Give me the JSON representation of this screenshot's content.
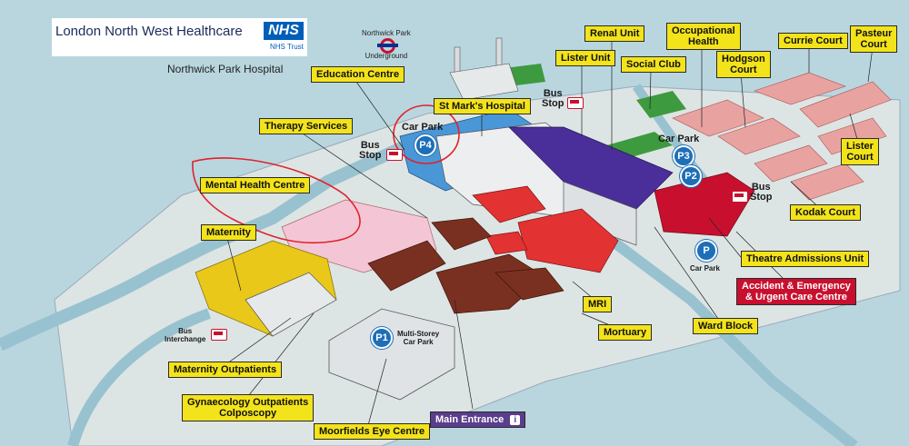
{
  "header": {
    "org_name": "London North West Healthcare",
    "nhs_logo": "NHS",
    "nhs_trust": "NHS Trust",
    "hospital_name": "Northwick Park Hospital"
  },
  "underground": {
    "line1": "Northwick Park",
    "line2": "Underground"
  },
  "labels": {
    "education_centre": "Education Centre",
    "therapy_services": "Therapy Services",
    "mental_health_centre": "Mental Health Centre",
    "maternity": "Maternity",
    "maternity_outpatients": "Maternity Outpatients",
    "gynaecology_line1": "Gynaecology Outpatients",
    "gynaecology_line2": "Colposcopy",
    "moorfields": "Moorfields Eye Centre",
    "main_entrance": "Main Entrance",
    "st_marks": "St Mark's Hospital",
    "renal_unit": "Renal Unit",
    "lister_unit": "Lister Unit",
    "social_club": "Social Club",
    "occupational_line1": "Occupational",
    "occupational_line2": "Health",
    "hodgson_line1": "Hodgson",
    "hodgson_line2": "Court",
    "currie_court": "Currie Court",
    "pasteur_line1": "Pasteur",
    "pasteur_line2": "Court",
    "lister_court_line1": "Lister",
    "lister_court_line2": "Court",
    "kodak_court": "Kodak Court",
    "theatre_admissions": "Theatre Admissions Unit",
    "ae_line1": "Accident & Emergency",
    "ae_line2": "& Urgent Care Centre",
    "ward_block": "Ward Block",
    "mri": "MRI",
    "mortuary": "Mortuary"
  },
  "parking": {
    "p1": "P1",
    "p1_line1": "Multi-Storey",
    "p1_line2": "Car Park",
    "p2": "P2",
    "p3": "P3",
    "p4": "P4",
    "p_main": "P",
    "car_park": "Car Park",
    "car_park_p4": "Car Park",
    "car_park_main": "Car Park"
  },
  "bus": {
    "stop1_line1": "Bus",
    "stop1_line2": "Stop",
    "stop2_line1": "Bus",
    "stop2_line2": "Stop",
    "stop3_line1": "Bus",
    "stop3_line2": "Stop",
    "interchange_line1": "Bus",
    "interchange_line2": "Interchange"
  },
  "info_icon": "i",
  "colors": {
    "label_yellow": "#f3e31a",
    "ae_red": "#c8102e",
    "main_entrance_purple": "#5a3d8c",
    "parking_blue": "#1d6fb8",
    "annotation_red": "#e0222a"
  }
}
